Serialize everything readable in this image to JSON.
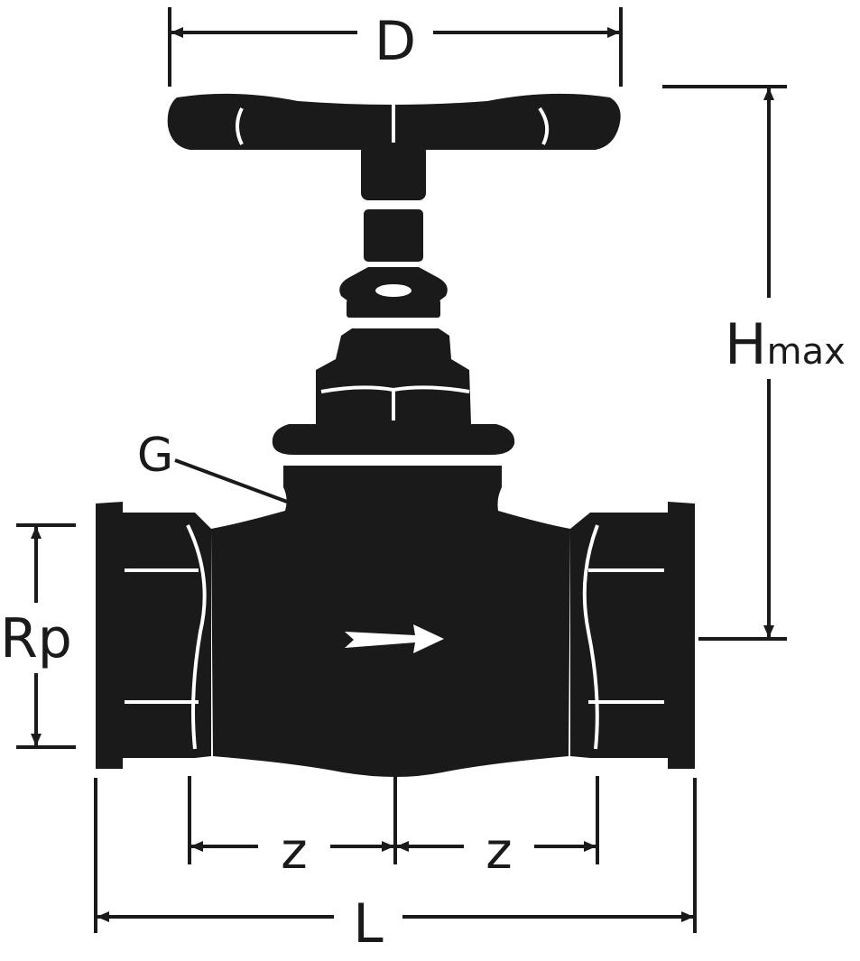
{
  "labels": {
    "D": "D",
    "H": "H",
    "H_sub": "max",
    "G": "G",
    "Rp": "Rp",
    "z_left": "z",
    "z_right": "z",
    "L": "L"
  },
  "colors": {
    "body": "#1a1a1a",
    "background": "#ffffff",
    "highlight": "#ffffff"
  },
  "icons": {
    "flow_arrow": "arrow-right-icon"
  }
}
